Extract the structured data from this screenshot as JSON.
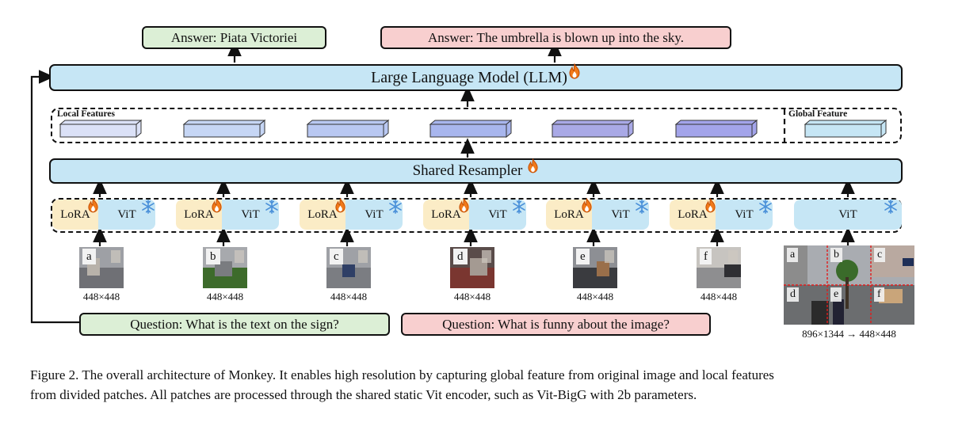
{
  "answers": {
    "left": "Answer:  Piata Victoriei",
    "right": "Answer:  The umbrella is blown up into the sky."
  },
  "llm": {
    "label": "Large Language Model (LLM)"
  },
  "features": {
    "local_label": "Local Features",
    "global_label": "Global Feature"
  },
  "resampler": {
    "label": "Shared Resampler"
  },
  "encoders": {
    "lora_label": "LoRA",
    "vit_label": "ViT",
    "global_vit_label": "ViT"
  },
  "patches": [
    {
      "letter": "a",
      "size": "448×448"
    },
    {
      "letter": "b",
      "size": "448×448"
    },
    {
      "letter": "c",
      "size": "448×448"
    },
    {
      "letter": "d",
      "size": "448×448"
    },
    {
      "letter": "e",
      "size": "448×448"
    },
    {
      "letter": "f",
      "size": "448×448"
    }
  ],
  "full_image": {
    "grid_letters": [
      "a",
      "b",
      "c",
      "d",
      "e",
      "f"
    ],
    "size": "896×1344 → 448×448"
  },
  "questions": {
    "left": "Question: What is the text on the sign?",
    "right": "Question: What is funny about the image?"
  },
  "caption": {
    "line1": "Figure 2. The overall architecture of Monkey. It enables high resolution by capturing global feature from original image and local features",
    "line2": "from divided patches. All patches are processed through the shared static Vit encoder, such as Vit-BigG with 2b parameters."
  },
  "colors": {
    "answer_green": "#dcefd6",
    "answer_red": "#f8cfcf",
    "module_blue": "#c6e6f5",
    "lora_yellow": "#fbecc6",
    "flame": "#f07a1a",
    "snow": "#4a90d9"
  },
  "icons": {
    "trainable": "flame-icon",
    "frozen": "snowflake-icon"
  }
}
